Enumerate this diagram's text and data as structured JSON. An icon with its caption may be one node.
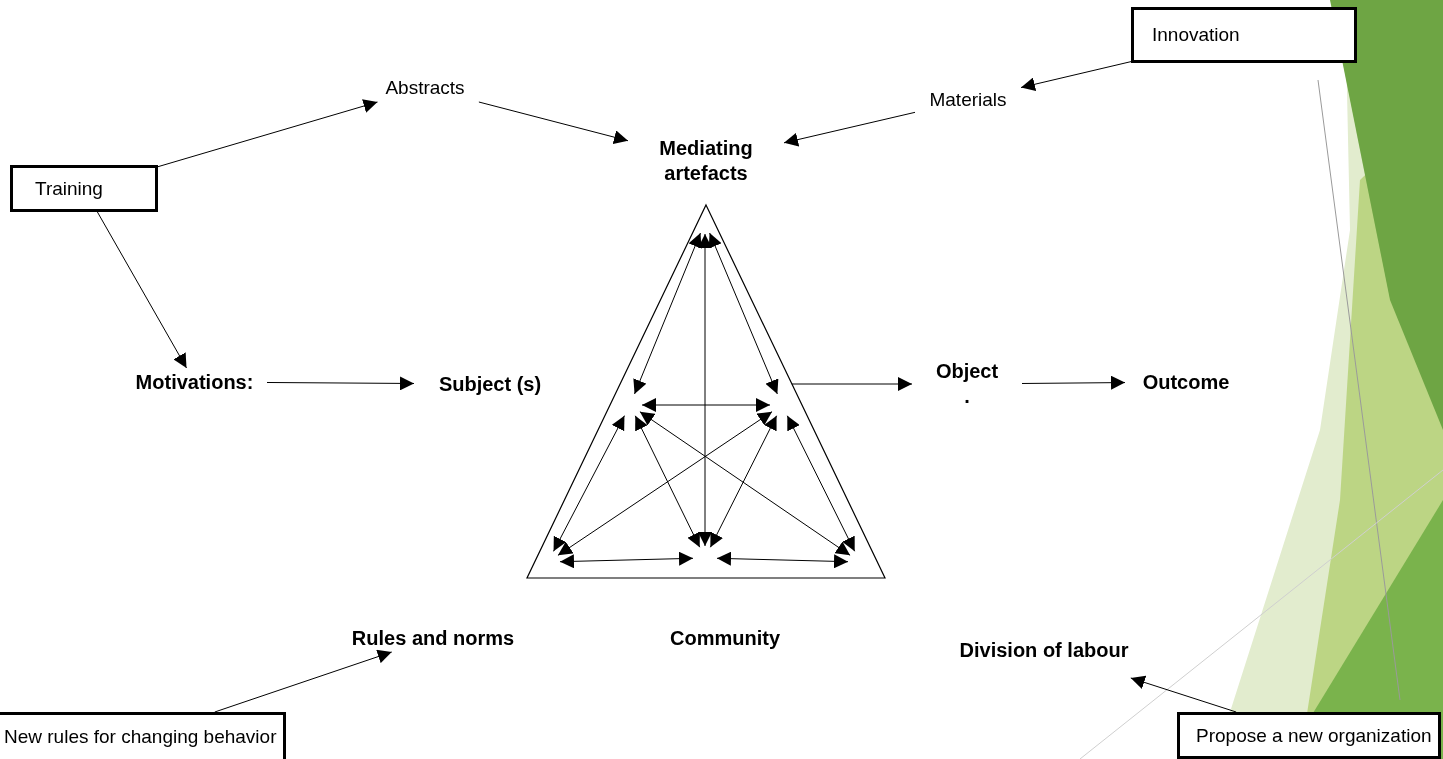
{
  "diagram": {
    "nodes": [
      {
        "text": [
          "Abstracts"
        ]
      },
      {
        "text": [
          "Innovation"
        ]
      },
      {
        "text": [
          "Materials"
        ]
      },
      {
        "text": [
          "Training"
        ]
      },
      {
        "text": [
          "Mediating artefacts"
        ]
      },
      {
        "text": [
          "Motivations:"
        ]
      },
      {
        "text": [
          "Subject (s)"
        ]
      },
      {
        "text": [
          "Object",
          "."
        ]
      },
      {
        "text": [
          "Outcome"
        ]
      },
      {
        "text": [
          "Rules and norms"
        ]
      },
      {
        "text": [
          "Community"
        ]
      },
      {
        "text": [
          "Division of labour"
        ]
      },
      {
        "text": [
          "New rules for changing behavior"
        ]
      },
      {
        "text": [
          "Propose a new organization"
        ]
      },
      {
        "text": [],
        "shape": "triangle"
      }
    ],
    "edges": [
      {
        "from": 3,
        "to": 0,
        "arrow": "to"
      },
      {
        "from": 0,
        "to": 4,
        "arrow": "to"
      },
      {
        "from": 2,
        "to": 4,
        "arrow": "to"
      },
      {
        "from": 1,
        "to": 2,
        "arrow": "to"
      },
      {
        "from": 3,
        "to": 5,
        "arrow": "to"
      },
      {
        "from": 5,
        "to": 6,
        "arrow": "to"
      },
      {
        "from": 14,
        "to": 7,
        "arrow": "to"
      },
      {
        "from": 7,
        "to": 8,
        "arrow": "to"
      },
      {
        "from": 12,
        "to": 9,
        "arrow": "to"
      },
      {
        "from": 13,
        "to": 11,
        "arrow": "to"
      }
    ]
  }
}
